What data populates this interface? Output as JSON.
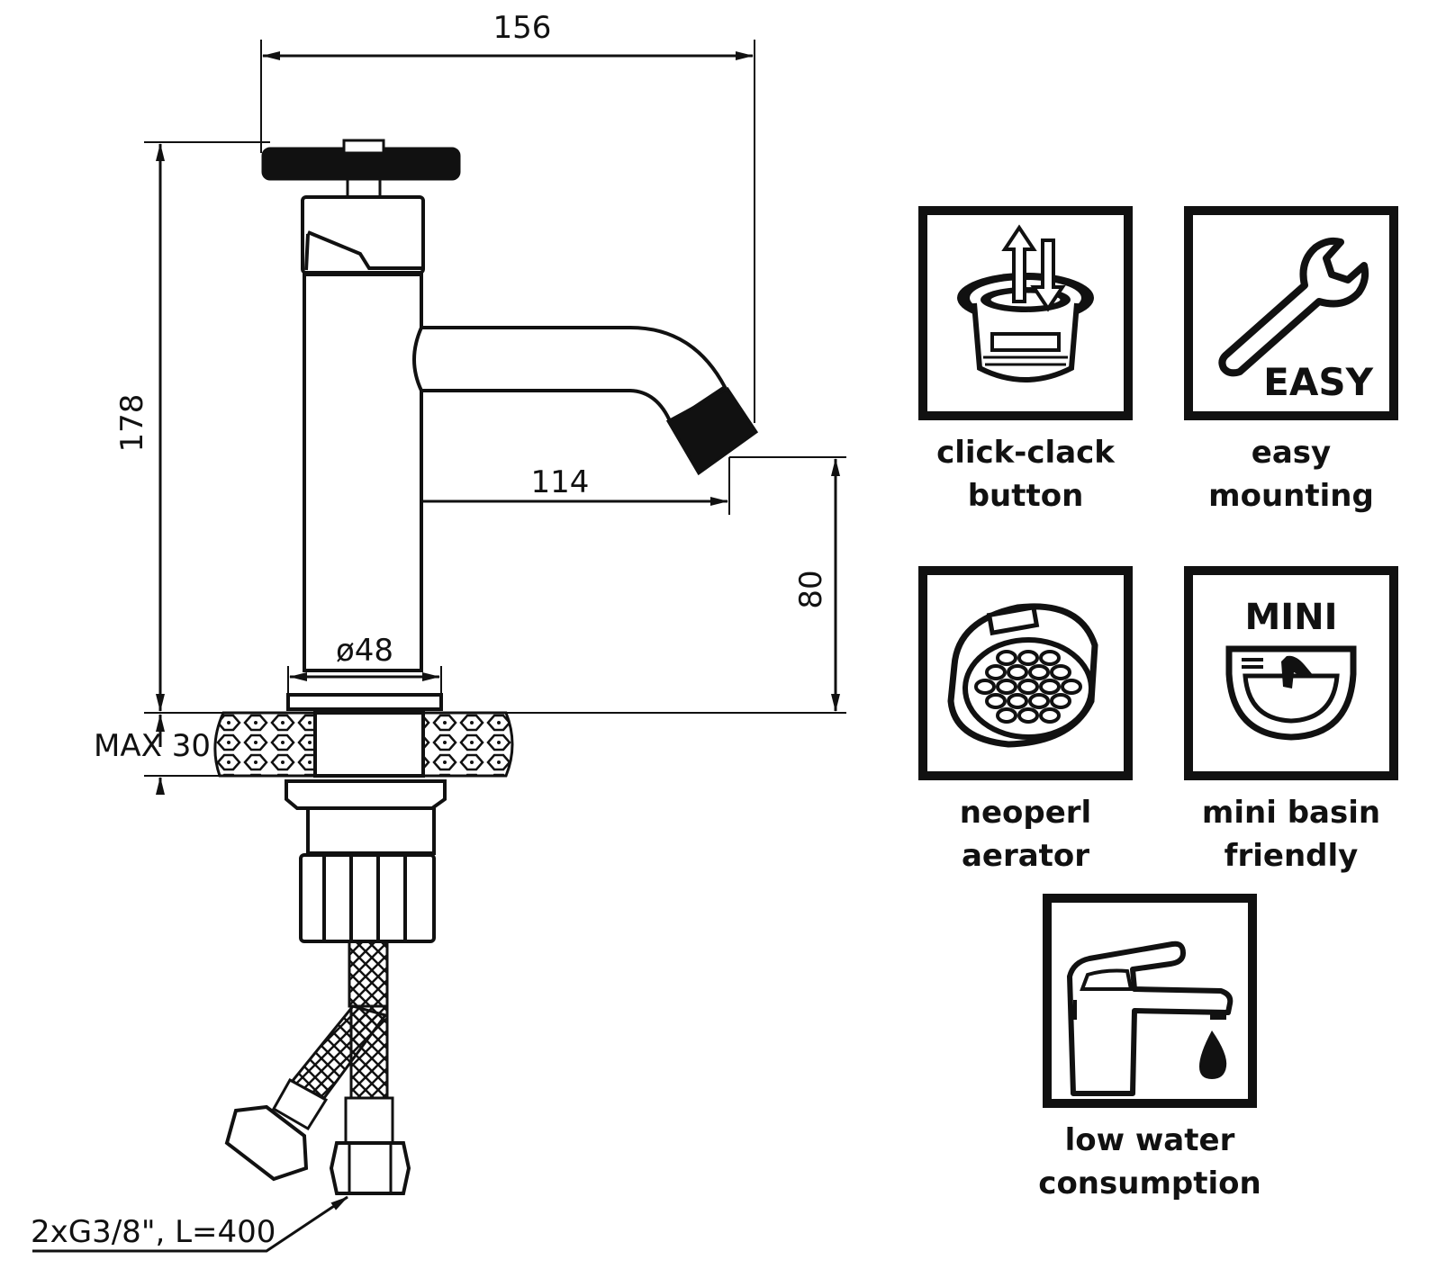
{
  "dimensions": {
    "total_width": "156",
    "total_height": "178",
    "spout_reach": "114",
    "spout_height": "80",
    "base_diameter": "ø48",
    "max_counter_thickness": "MAX 30",
    "hoses": "2xG3/8\", L=400"
  },
  "features": [
    {
      "icon": "click-clack-waste-icon",
      "line1": "click-clack",
      "line2": "button"
    },
    {
      "icon": "wrench-icon",
      "badge": "EASY",
      "line1": "easy",
      "line2": "mounting"
    },
    {
      "icon": "aerator-icon",
      "line1": "neoperl",
      "line2": "aerator"
    },
    {
      "icon": "mini-basin-icon",
      "badge": "MINI",
      "line1": "mini basin",
      "line2": "friendly"
    },
    {
      "icon": "faucet-drop-icon",
      "line1": "low water",
      "line2": "consumption"
    }
  ],
  "colors": {
    "ink": "#111111",
    "background": "#ffffff"
  }
}
